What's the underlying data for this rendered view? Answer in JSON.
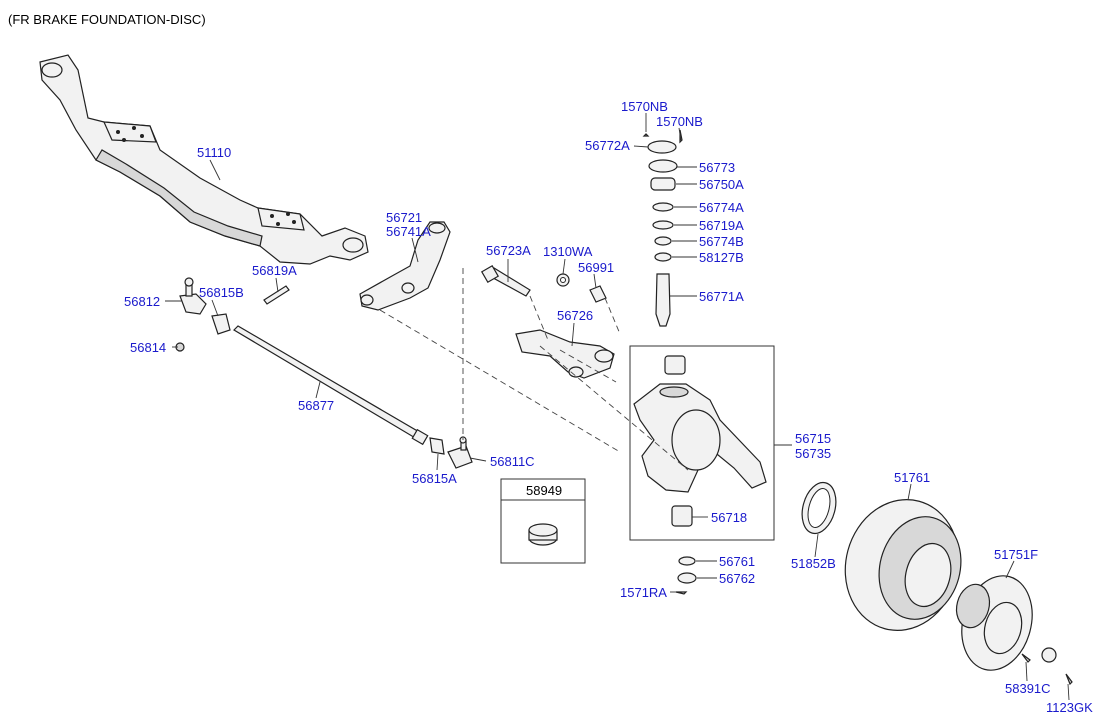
{
  "title": "(FR BRAKE FOUNDATION-DISC)",
  "parts": {
    "p51110": "51110",
    "p56721": "56721",
    "p56741A": "56741A",
    "p56819A": "56819A",
    "p56812": "56812",
    "p56815B": "56815B",
    "p56814": "56814",
    "p56877": "56877",
    "p56815A": "56815A",
    "p56811C": "56811C",
    "p56723A": "56723A",
    "p1310WA": "1310WA",
    "p56991": "56991",
    "p56726": "56726",
    "p1570NB_a": "1570NB",
    "p1570NB_b": "1570NB",
    "p56772A": "56772A",
    "p56773": "56773",
    "p56750A": "56750A",
    "p56774A": "56774A",
    "p56719A": "56719A",
    "p56774B": "56774B",
    "p58127B": "58127B",
    "p56771A": "56771A",
    "p56715": "56715",
    "p56735": "56735",
    "p56718": "56718",
    "p56761": "56761",
    "p56762": "56762",
    "p1571RA": "1571RA",
    "p51852B": "51852B",
    "p51761": "51761",
    "p51751F": "51751F",
    "p58391C": "58391C",
    "p1123GK": "1123GK"
  },
  "inset_box_label": "58949"
}
